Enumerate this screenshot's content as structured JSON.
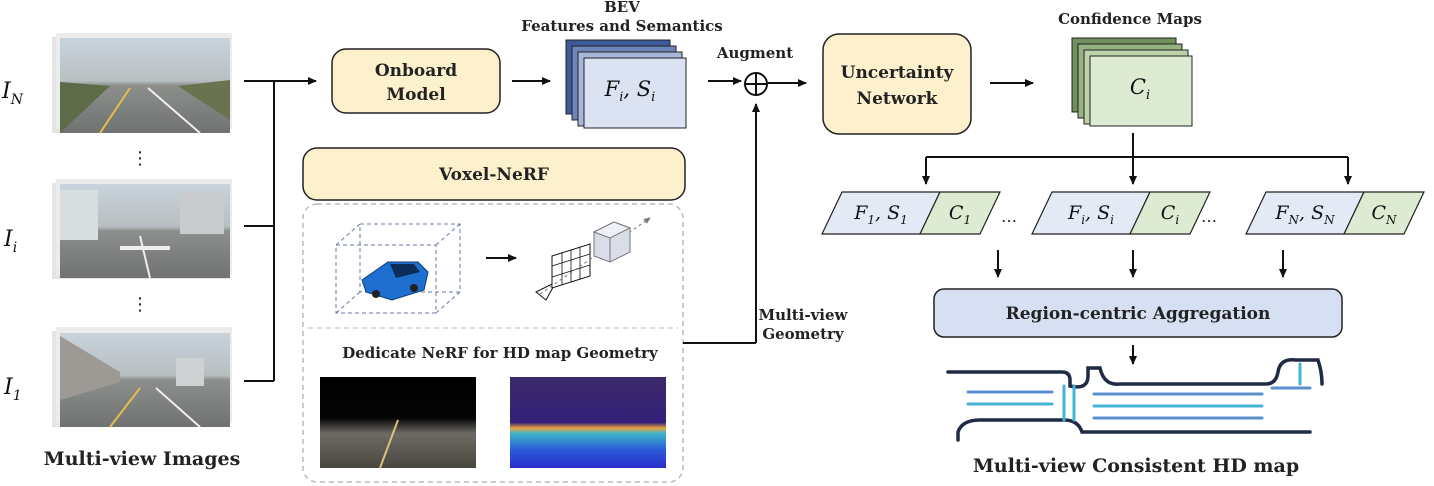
{
  "inputs": {
    "label_n": "I",
    "sub_n": "N",
    "label_i": "I",
    "sub_i": "i",
    "label_1": "I",
    "sub_1": "1",
    "ellipsis": "⋮",
    "caption": "Multi-view Images"
  },
  "onboard_model": {
    "line1": "Onboard",
    "line2": "Model"
  },
  "bev": {
    "title_line1": "BEV",
    "title_line2": "Features and Semantics",
    "content": "F_i, S_i"
  },
  "augment": {
    "label": "Augment",
    "symbol": "⊕"
  },
  "voxel_nerf": {
    "title": "Voxel-NeRF",
    "subtitle": "Dedicate NeRF for HD map Geometry"
  },
  "multiview_geometry": {
    "line1": "Multi-view",
    "line2": "Geometry"
  },
  "uncertainty_network": {
    "line1": "Uncertainty",
    "line2": "Network"
  },
  "confidence": {
    "title": "Confidence Maps",
    "content": "C_i"
  },
  "pairs": [
    {
      "f": "F",
      "s": "S",
      "sub": "1",
      "c": "C"
    },
    {
      "f": "F",
      "s": "S",
      "sub": "i",
      "c": "C"
    },
    {
      "f": "F",
      "s": "S",
      "sub": "N",
      "c": "C"
    }
  ],
  "pair_ellipsis": "…",
  "aggregation": {
    "label": "Region-centric Aggregation"
  },
  "output": {
    "caption": "Multi-view Consistent HD map"
  },
  "colors": {
    "onboard_fill": "#fdf0cc",
    "bev_front": "#dbe3f3",
    "bev_back": "#3e5a9a",
    "conf_front": "#dcebd2",
    "conf_back": "#6f8f5c",
    "agg_fill": "#d6e0f2",
    "map_dark": "#1f2a44",
    "map_blue": "#5b8fd0",
    "map_cyan": "#43b3d6"
  }
}
